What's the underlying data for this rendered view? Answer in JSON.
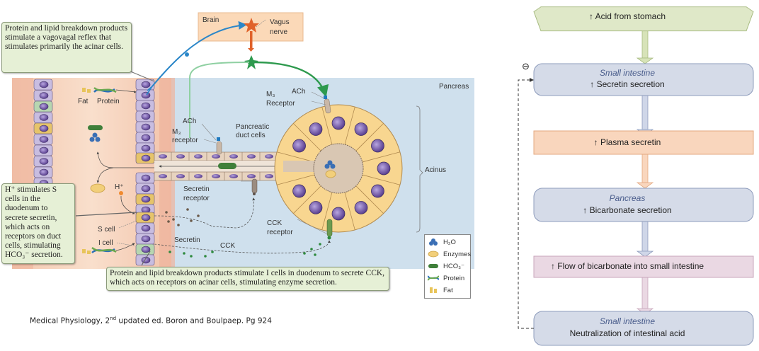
{
  "left_diagram": {
    "callouts": {
      "vagovagal": "Protein and lipid breakdown products stimulate a vagovagal reflex that stimulates primarily the acinar cells.",
      "s_cells": "H⁺ stimulates S cells in the duodenum to secrete secretin, which acts on receptors on duct cells, stimulating HCO₃⁻ secretion.",
      "i_cells": "Protein and lipid breakdown products stimulate I cells in duodenum to secrete CCK, which acts on receptors on acinar cells, stimulating enzyme secretion."
    },
    "labels": {
      "brain": "Brain",
      "vagus_nerve_1": "Vagus",
      "vagus_nerve_2": "nerve",
      "pancreas": "Pancreas",
      "acinus": "Acinus",
      "fat": "Fat",
      "protein": "Protein",
      "h_plus": "H⁺",
      "ach_left": "ACh",
      "m3_receptor_left_1": "M₃",
      "m3_receptor_left_2": "receptor",
      "ach_right": "ACh",
      "m3_receptor_right_1": "M₃",
      "m3_receptor_right_2": "Receptor",
      "pancreatic_duct_cells_1": "Pancreatic",
      "pancreatic_duct_cells_2": "duct cells",
      "secretin_receptor_1": "Secretin",
      "secretin_receptor_2": "receptor",
      "cck_receptor_1": "CCK",
      "cck_receptor_2": "receptor",
      "s_cell": "S cell",
      "i_cell": "I cell",
      "secretin": "Secretin",
      "cck": "CCK"
    },
    "legend": [
      {
        "icon": "water-icon",
        "label": "H₂O",
        "color": "#3a6fb5"
      },
      {
        "icon": "enzyme-icon",
        "label": "Enzymes",
        "color": "#f2cf7a"
      },
      {
        "icon": "bicarbonate-icon",
        "label": "HCO₃⁻",
        "color": "#3f7f3a"
      },
      {
        "icon": "protein-icon",
        "label": "Protein",
        "color": "#2a6fb8"
      },
      {
        "icon": "fat-icon",
        "label": "Fat",
        "color": "#e8c45a"
      }
    ],
    "colors": {
      "pancreas_bg": "#cfe0ed",
      "duodenum_bg": "#f7d9c4",
      "acinar_cell": "#f8d690",
      "nucleus": "#6a4fa0",
      "vagal_afferent": "#2a86c8",
      "vagal_efferent": "#2e9a4e",
      "vagus_neuron": "#e0622a",
      "callout_bg": "#e6f0d6"
    }
  },
  "citation": {
    "prefix": "Medical Physiology, 2",
    "sup": "nd",
    "suffix": " updated ed. Boron and Boulpaep. Pg 924"
  },
  "flowchart": {
    "steps": [
      {
        "id": "acid",
        "title": "",
        "text": "↑ Acid from stomach",
        "color": "#dfe8c8"
      },
      {
        "id": "si1",
        "title": "Small intestine",
        "text": "↑ Secretin secretion",
        "color": "#d5dbe8"
      },
      {
        "id": "plasma",
        "title": "",
        "text": "↑ Plasma secretin",
        "color": "#f9d6bd"
      },
      {
        "id": "pancreas",
        "title": "Pancreas",
        "text": "↑ Bicarbonate secretion",
        "color": "#d5dbe8"
      },
      {
        "id": "flow",
        "title": "",
        "text": "↑ Flow of bicarbonate into small intestine",
        "color": "#ead8e3"
      },
      {
        "id": "si2",
        "title": "Small intestine",
        "text": "Neutralization of intestinal acid",
        "color": "#d5dbe8"
      }
    ],
    "feedback_symbol": "⊖"
  }
}
